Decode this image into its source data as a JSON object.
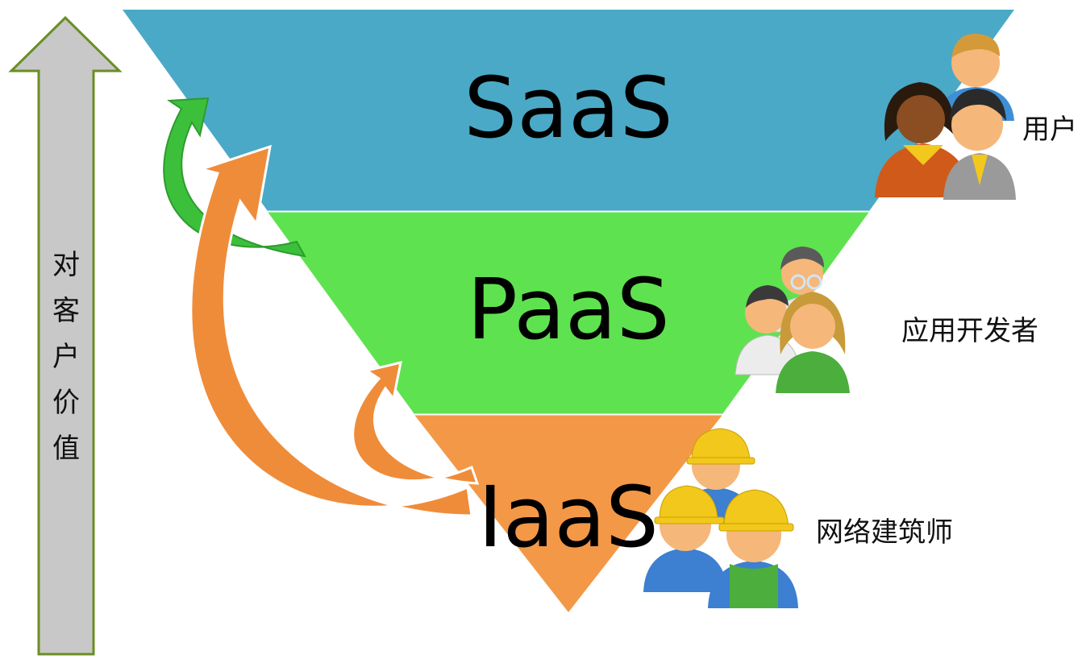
{
  "axis": {
    "label_chars": [
      "对",
      "客",
      "户",
      "价",
      "值"
    ]
  },
  "layers": [
    {
      "id": "saas",
      "label": "SaaS",
      "color": "#4aa9c6"
    },
    {
      "id": "paas",
      "label": "PaaS",
      "color": "#5fe24f"
    },
    {
      "id": "iaas",
      "label": "IaaS",
      "color": "#f39847"
    }
  ],
  "roles": [
    {
      "layer": "saas",
      "label": "用户",
      "icon": "users-icon"
    },
    {
      "layer": "paas",
      "label": "应用开发者",
      "icon": "developers-icon"
    },
    {
      "layer": "iaas",
      "label": "网络建筑师",
      "icon": "architects-icon"
    }
  ],
  "arrow_colors": {
    "green": "#3cc03c",
    "orange": "#ef8c3a",
    "axis_fill": "#c8c8c8",
    "axis_stroke": "#6b8e23"
  }
}
